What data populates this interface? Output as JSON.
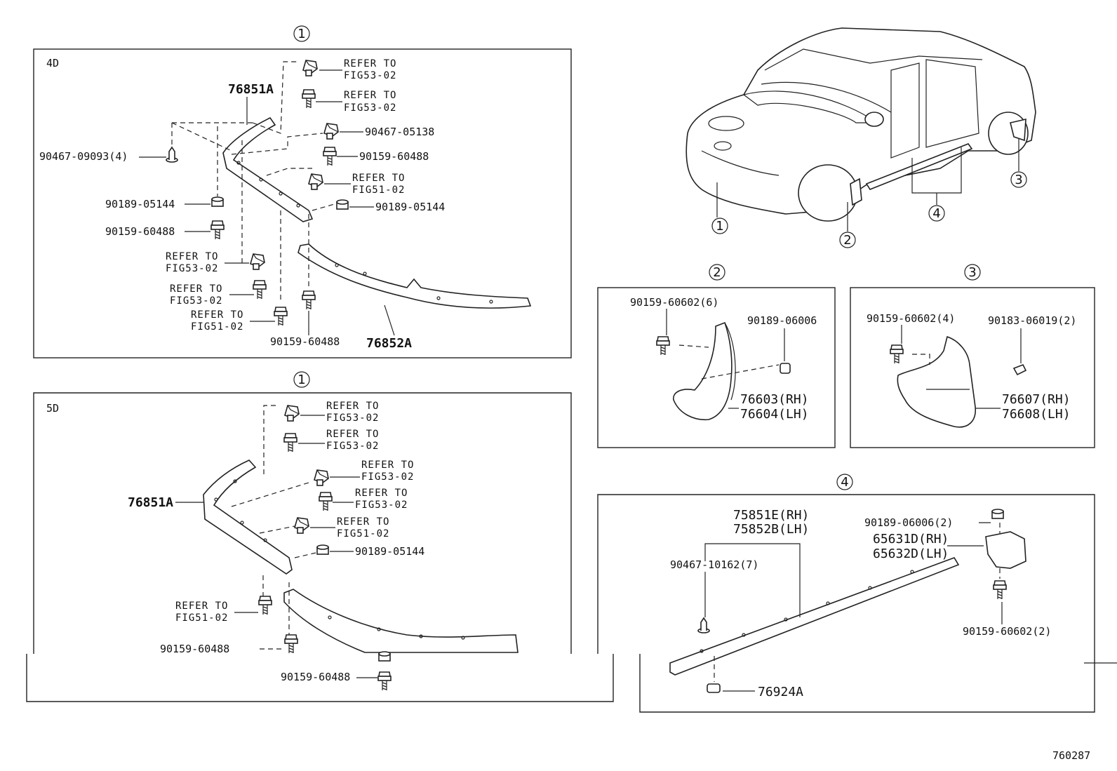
{
  "diagram_id": "760287",
  "callouts": {
    "c1": "1",
    "c2": "2",
    "c3": "3",
    "c4": "4"
  },
  "panel_4d": {
    "variant": "4D",
    "part_upper": "76851A",
    "part_lower": "76852A",
    "fastener_a": "90467-09093(4)",
    "fastener_b": "90189-05144",
    "fastener_c": "90159-60488",
    "fastener_d": "90467-05138",
    "fastener_e": "90159-60488",
    "fastener_f": "90189-05144",
    "fastener_g": "90159-60488",
    "refer_to": "REFER TO",
    "fig53": "FIG53-02",
    "fig51": "FIG51-02"
  },
  "panel_5d": {
    "variant": "5D",
    "part_upper": "76851A",
    "fastener_b": "90189-05144",
    "fastener_c": "90159-60488",
    "fastener_d": "90159-60488",
    "refer_to": "REFER TO",
    "fig53": "FIG53-02",
    "fig51": "FIG51-02"
  },
  "panel_2": {
    "screw": "90159-60602(6)",
    "nut": "90189-06006",
    "flap_rh": "76603(RH)",
    "flap_lh": "76604(LH)"
  },
  "panel_3": {
    "screw": "90159-60602(4)",
    "clip": "90183-06019(2)",
    "flap_rh": "76607(RH)",
    "flap_lh": "76608(LH)"
  },
  "panel_4": {
    "mould_rh": "75851E(RH)",
    "mould_lh": "75852B(LH)",
    "clip": "90467-10162(7)",
    "nut": "90189-06006(2)",
    "bracket_rh": "65631D(RH)",
    "bracket_lh": "65632D(LH)",
    "screw": "90159-60602(2)",
    "retainer": "76924A"
  }
}
